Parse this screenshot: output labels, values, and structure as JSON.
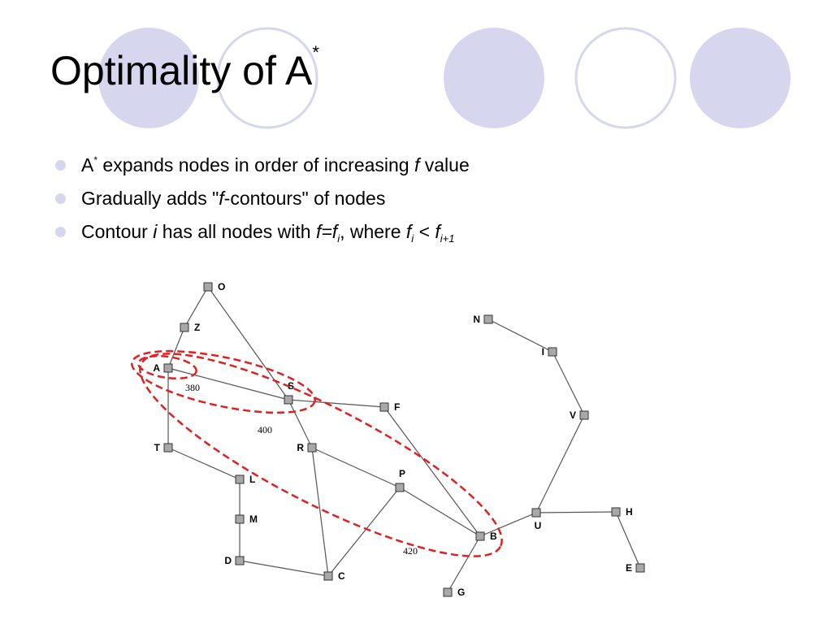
{
  "slide": {
    "title": "Optimality of A",
    "title_sup": "*"
  },
  "bullets": [
    {
      "parts": [
        "A",
        "*",
        " expands nodes in order of increasing ",
        "f",
        " value"
      ]
    },
    {
      "parts": [
        "Gradually adds \"",
        "f",
        "-contours\" of nodes"
      ]
    },
    {
      "parts": [
        "Contour ",
        "i",
        " has all nodes with ",
        "f=f",
        "i",
        ", where ",
        "f",
        "i",
        " < ",
        "f",
        "i+1"
      ]
    }
  ],
  "colors": {
    "deco_fill": "#d6d6ef",
    "deco_stroke": "#d6d6ef",
    "contour": "#e02020",
    "node_fill": "#a8a8a8",
    "edge": "#555555"
  },
  "graph": {
    "nodes": [
      "O",
      "Z",
      "A",
      "S",
      "F",
      "T",
      "R",
      "L",
      "P",
      "M",
      "D",
      "C",
      "B",
      "G",
      "N",
      "I",
      "V",
      "U",
      "H",
      "E"
    ],
    "edges": [
      [
        "O",
        "Z"
      ],
      [
        "Z",
        "A"
      ],
      [
        "O",
        "S"
      ],
      [
        "A",
        "S"
      ],
      [
        "A",
        "T"
      ],
      [
        "S",
        "F"
      ],
      [
        "S",
        "R"
      ],
      [
        "T",
        "L"
      ],
      [
        "L",
        "M"
      ],
      [
        "M",
        "D"
      ],
      [
        "D",
        "C"
      ],
      [
        "R",
        "C"
      ],
      [
        "R",
        "P"
      ],
      [
        "P",
        "C"
      ],
      [
        "P",
        "B"
      ],
      [
        "F",
        "B"
      ],
      [
        "B",
        "G"
      ],
      [
        "B",
        "U"
      ],
      [
        "U",
        "H"
      ],
      [
        "H",
        "E"
      ],
      [
        "U",
        "V"
      ],
      [
        "V",
        "I"
      ],
      [
        "I",
        "N"
      ]
    ],
    "contour_labels": [
      "380",
      "400",
      "420"
    ]
  }
}
